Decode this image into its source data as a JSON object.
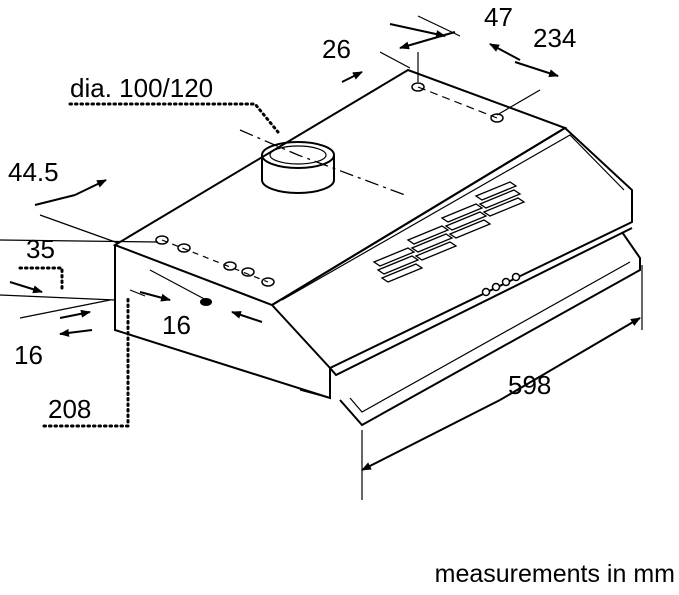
{
  "labels": {
    "d47": "47",
    "d26": "26",
    "d234": "234",
    "dia": "dia. 100/120",
    "d44": "44.5",
    "d35": "35",
    "d16a": "16",
    "d16b": "16",
    "d208": "208",
    "d598": "598"
  },
  "footer": "measurements in mm"
}
